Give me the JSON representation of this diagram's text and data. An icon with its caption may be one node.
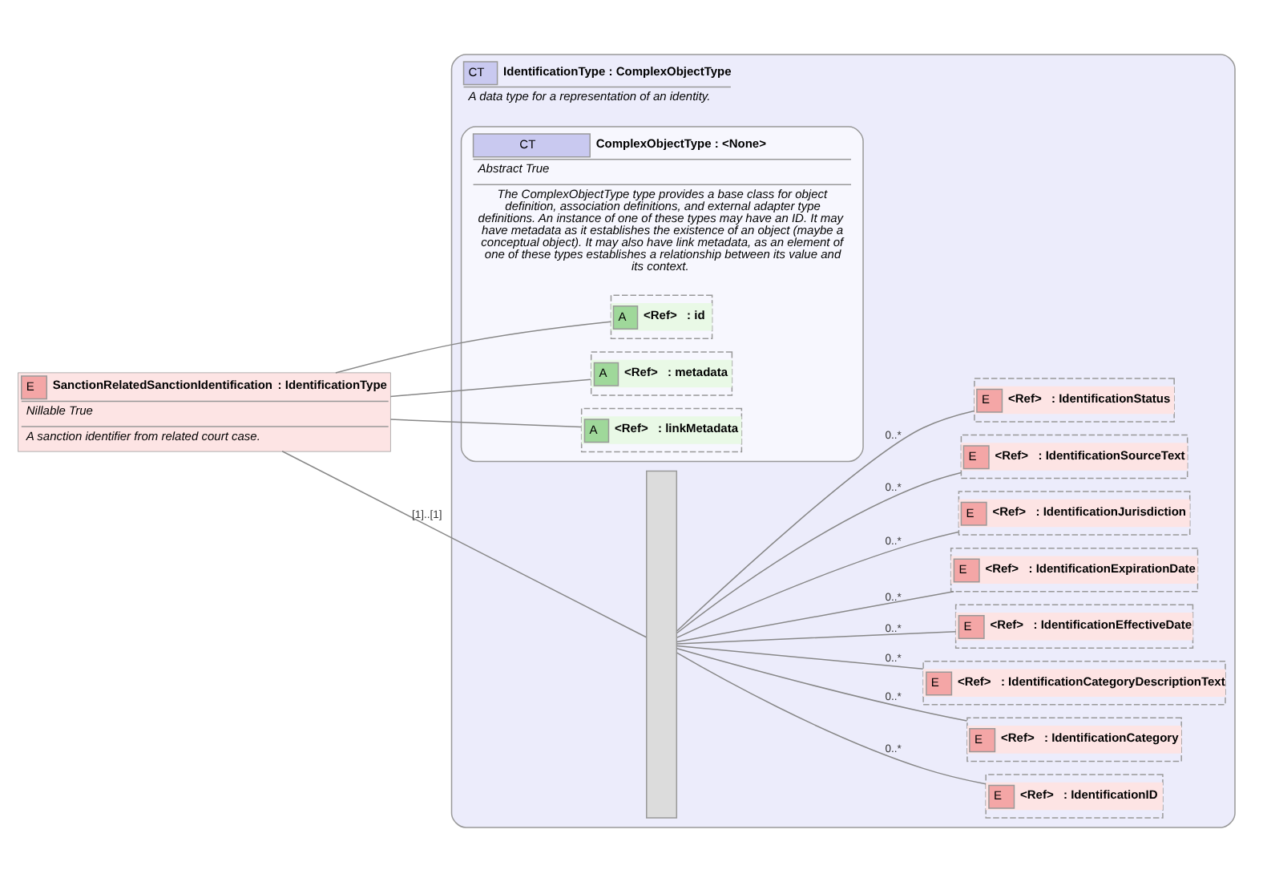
{
  "diagram": {
    "nodes": [
      {
        "text": [
          "E",
          "SanctionRelatedSanctionIdentification",
          ": IdentificationType",
          "Nillable True",
          "A sanction identifier from related court case."
        ]
      },
      {
        "text": [
          "CT",
          "IdentificationType : ComplexObjectType",
          "A data type for a representation of an identity."
        ]
      },
      {
        "text": [
          "CT",
          "ComplexObjectType : <None>",
          "Abstract True",
          "The ComplexObjectType type provides a base class for object definition, association definitions, and external adapter type definitions. An instance of one of these types may have an ID. It may have metadata as it establishes the existence of an object (maybe a conceptual object). It may also have link metadata, as an element of one of these types establishes a relationship between its value and its context."
        ],
        "in": 1
      },
      {
        "text": [
          "A",
          "<Ref>",
          ": id"
        ],
        "in": 2
      },
      {
        "text": [
          "A",
          "<Ref>",
          ": metadata"
        ],
        "in": 2
      },
      {
        "text": [
          "A",
          "<Ref>",
          ": linkMetadata"
        ],
        "in": 2
      },
      {
        "text": [],
        "shape": "bar",
        "in": 1
      },
      {
        "text": [
          "E",
          "<Ref>",
          ": IdentificationID"
        ],
        "in": 1
      },
      {
        "text": [
          "E",
          "<Ref>",
          ": IdentificationCategory"
        ],
        "in": 1
      },
      {
        "text": [
          "E",
          "<Ref>",
          ": IdentificationCategoryDescriptionText"
        ],
        "in": 1
      },
      {
        "text": [
          "E",
          "<Ref>",
          ": IdentificationEffectiveDate"
        ],
        "in": 1
      },
      {
        "text": [
          "E",
          "<Ref>",
          ": IdentificationExpirationDate"
        ],
        "in": 1
      },
      {
        "text": [
          "E",
          "<Ref>",
          ": IdentificationJurisdiction"
        ],
        "in": 1
      },
      {
        "text": [
          "E",
          "<Ref>",
          ": IdentificationSourceText"
        ],
        "in": 1
      },
      {
        "text": [
          "E",
          "<Ref>",
          ": IdentificationStatus"
        ],
        "in": 1
      }
    ],
    "edges": [
      {
        "from": 0,
        "to": 3,
        "arrow": "none"
      },
      {
        "from": 0,
        "to": 4,
        "arrow": "none"
      },
      {
        "from": 0,
        "to": 5,
        "arrow": "none"
      },
      {
        "from": 0,
        "to": 6,
        "arrow": "none",
        "label": "[1]..[1]"
      },
      {
        "from": 6,
        "to": 7,
        "arrow": "none",
        "label": "0..*"
      },
      {
        "from": 6,
        "to": 8,
        "arrow": "none",
        "label": "0..*"
      },
      {
        "from": 6,
        "to": 9,
        "arrow": "none",
        "label": "0..*"
      },
      {
        "from": 6,
        "to": 10,
        "arrow": "none",
        "label": "0..*"
      },
      {
        "from": 6,
        "to": 11,
        "arrow": "none",
        "label": "0..*"
      },
      {
        "from": 6,
        "to": 12,
        "arrow": "none",
        "label": "0..*"
      },
      {
        "from": 6,
        "to": 13,
        "arrow": "none",
        "label": "0..*"
      },
      {
        "from": 6,
        "to": 14,
        "arrow": "none",
        "label": "0..*"
      }
    ]
  }
}
